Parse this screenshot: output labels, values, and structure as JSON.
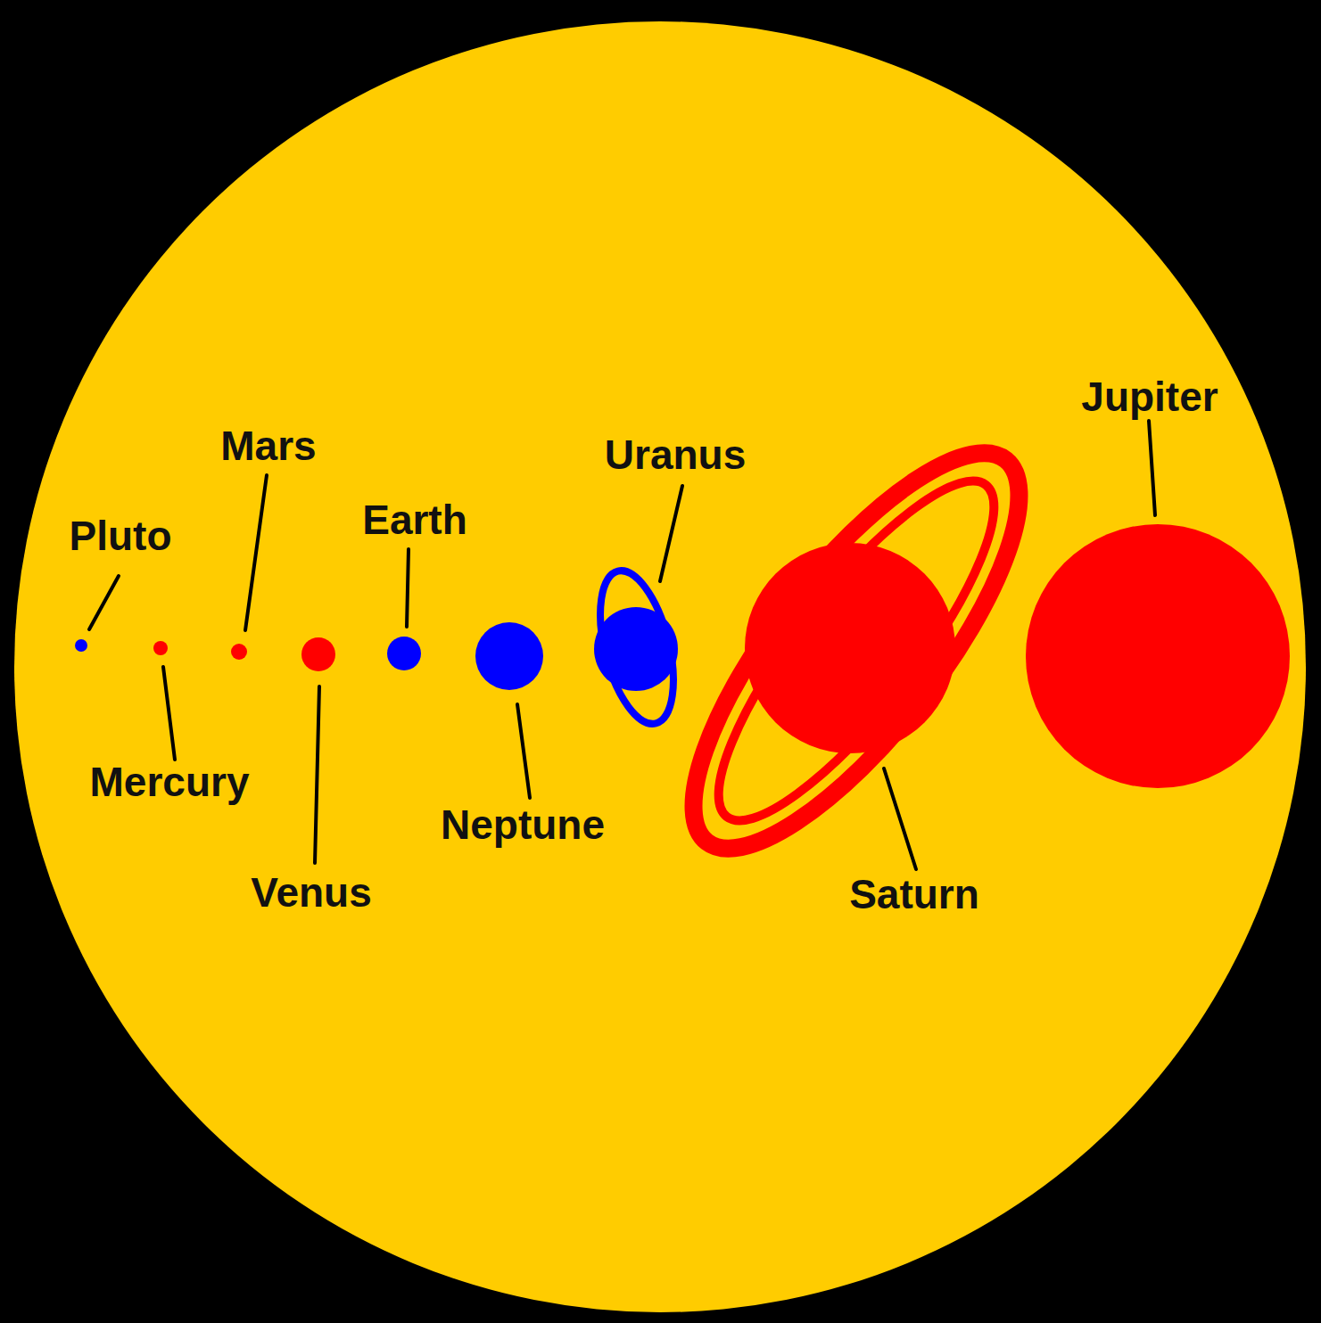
{
  "diagram": {
    "labels": [
      "Pluto",
      "Mercury",
      "Mars",
      "Venus",
      "Earth",
      "Neptune",
      "Uranus",
      "Saturn",
      "Jupiter"
    ]
  }
}
